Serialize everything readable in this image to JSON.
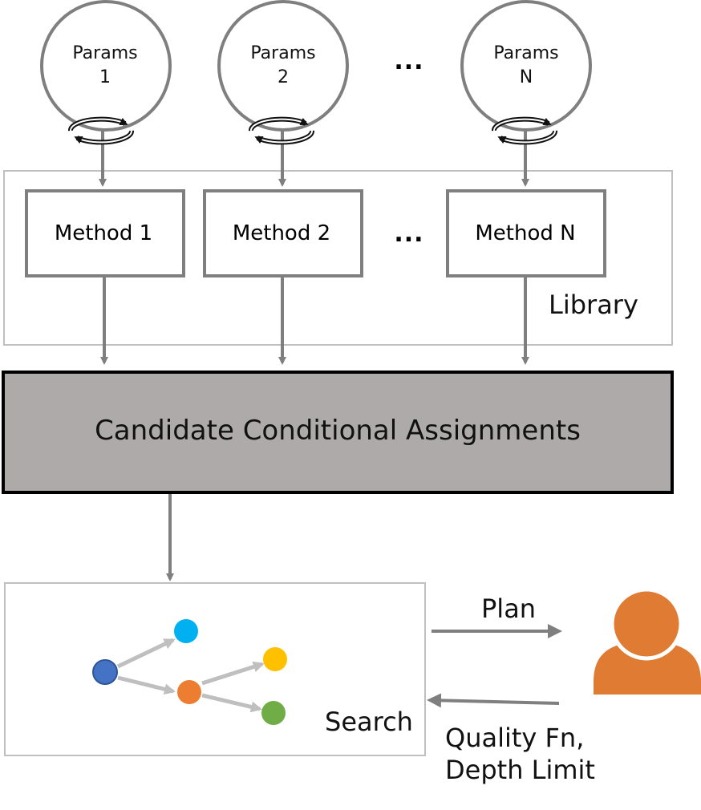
{
  "params": [
    {
      "line1": "Params",
      "line2": "1"
    },
    {
      "line1": "Params",
      "line2": "2"
    },
    {
      "line1": "Params",
      "line2": "N"
    }
  ],
  "params_ellipsis": "...",
  "methods": [
    "Method 1",
    "Method 2",
    "Method N"
  ],
  "methods_ellipsis": "...",
  "library_label": "Library",
  "candidate_label": "Candidate Conditional Assignments",
  "search_label": "Search",
  "plan_label": "Plan",
  "feedback_label": {
    "line1": "Quality Fn,",
    "line2": "Depth Limit"
  },
  "colors": {
    "stroke_gray": "#7f7f7f",
    "light_border": "#bfbfbf",
    "candidate_fill": "#aeaaaa",
    "user_orange": "#e07b33",
    "node_blue": "#4472c4",
    "node_cyan": "#00b0f0",
    "node_orange": "#ed7d31",
    "node_yellow": "#ffc000",
    "node_green": "#70ad47",
    "edge_light": "#bfbfbf"
  },
  "icons": [
    "refresh-cycle-icon",
    "user-icon"
  ]
}
